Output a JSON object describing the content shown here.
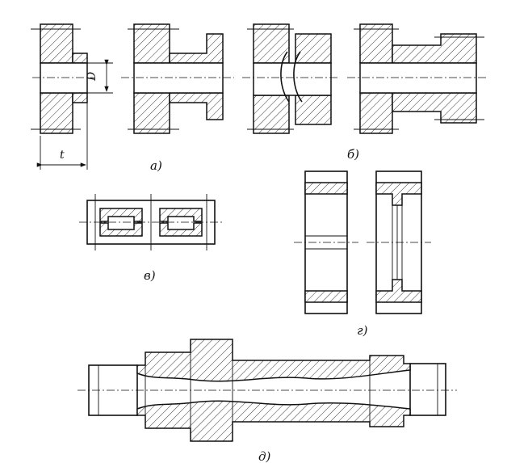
{
  "labels": {
    "a": "а)",
    "b": "б)",
    "v": "в)",
    "g": "г)",
    "d": "д)"
  },
  "dimensions": {
    "diameter": "D",
    "length": "t"
  }
}
